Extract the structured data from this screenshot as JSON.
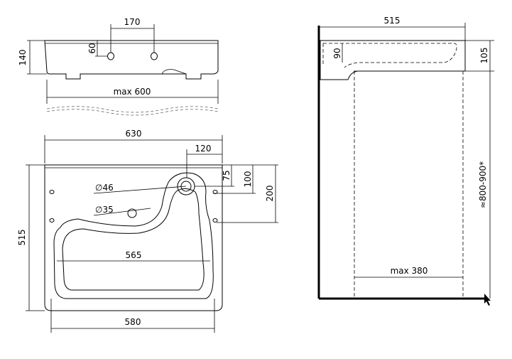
{
  "dimensions": {
    "tap_spacing": "170",
    "tap_hole_height": "60",
    "front_height": "140",
    "max_width": "max 600",
    "top_width": "630",
    "drain_offset": "120",
    "dim_75": "75",
    "dim_100": "100",
    "dim_200": "200",
    "dia_46": "∅46",
    "dia_35": "∅35",
    "depth_515": "515",
    "inner_565": "565",
    "bottom_580": "580",
    "side_depth": "515",
    "side_90": "90",
    "side_105": "105",
    "mount_height": "≈800-900*",
    "max_380": "max 380"
  }
}
